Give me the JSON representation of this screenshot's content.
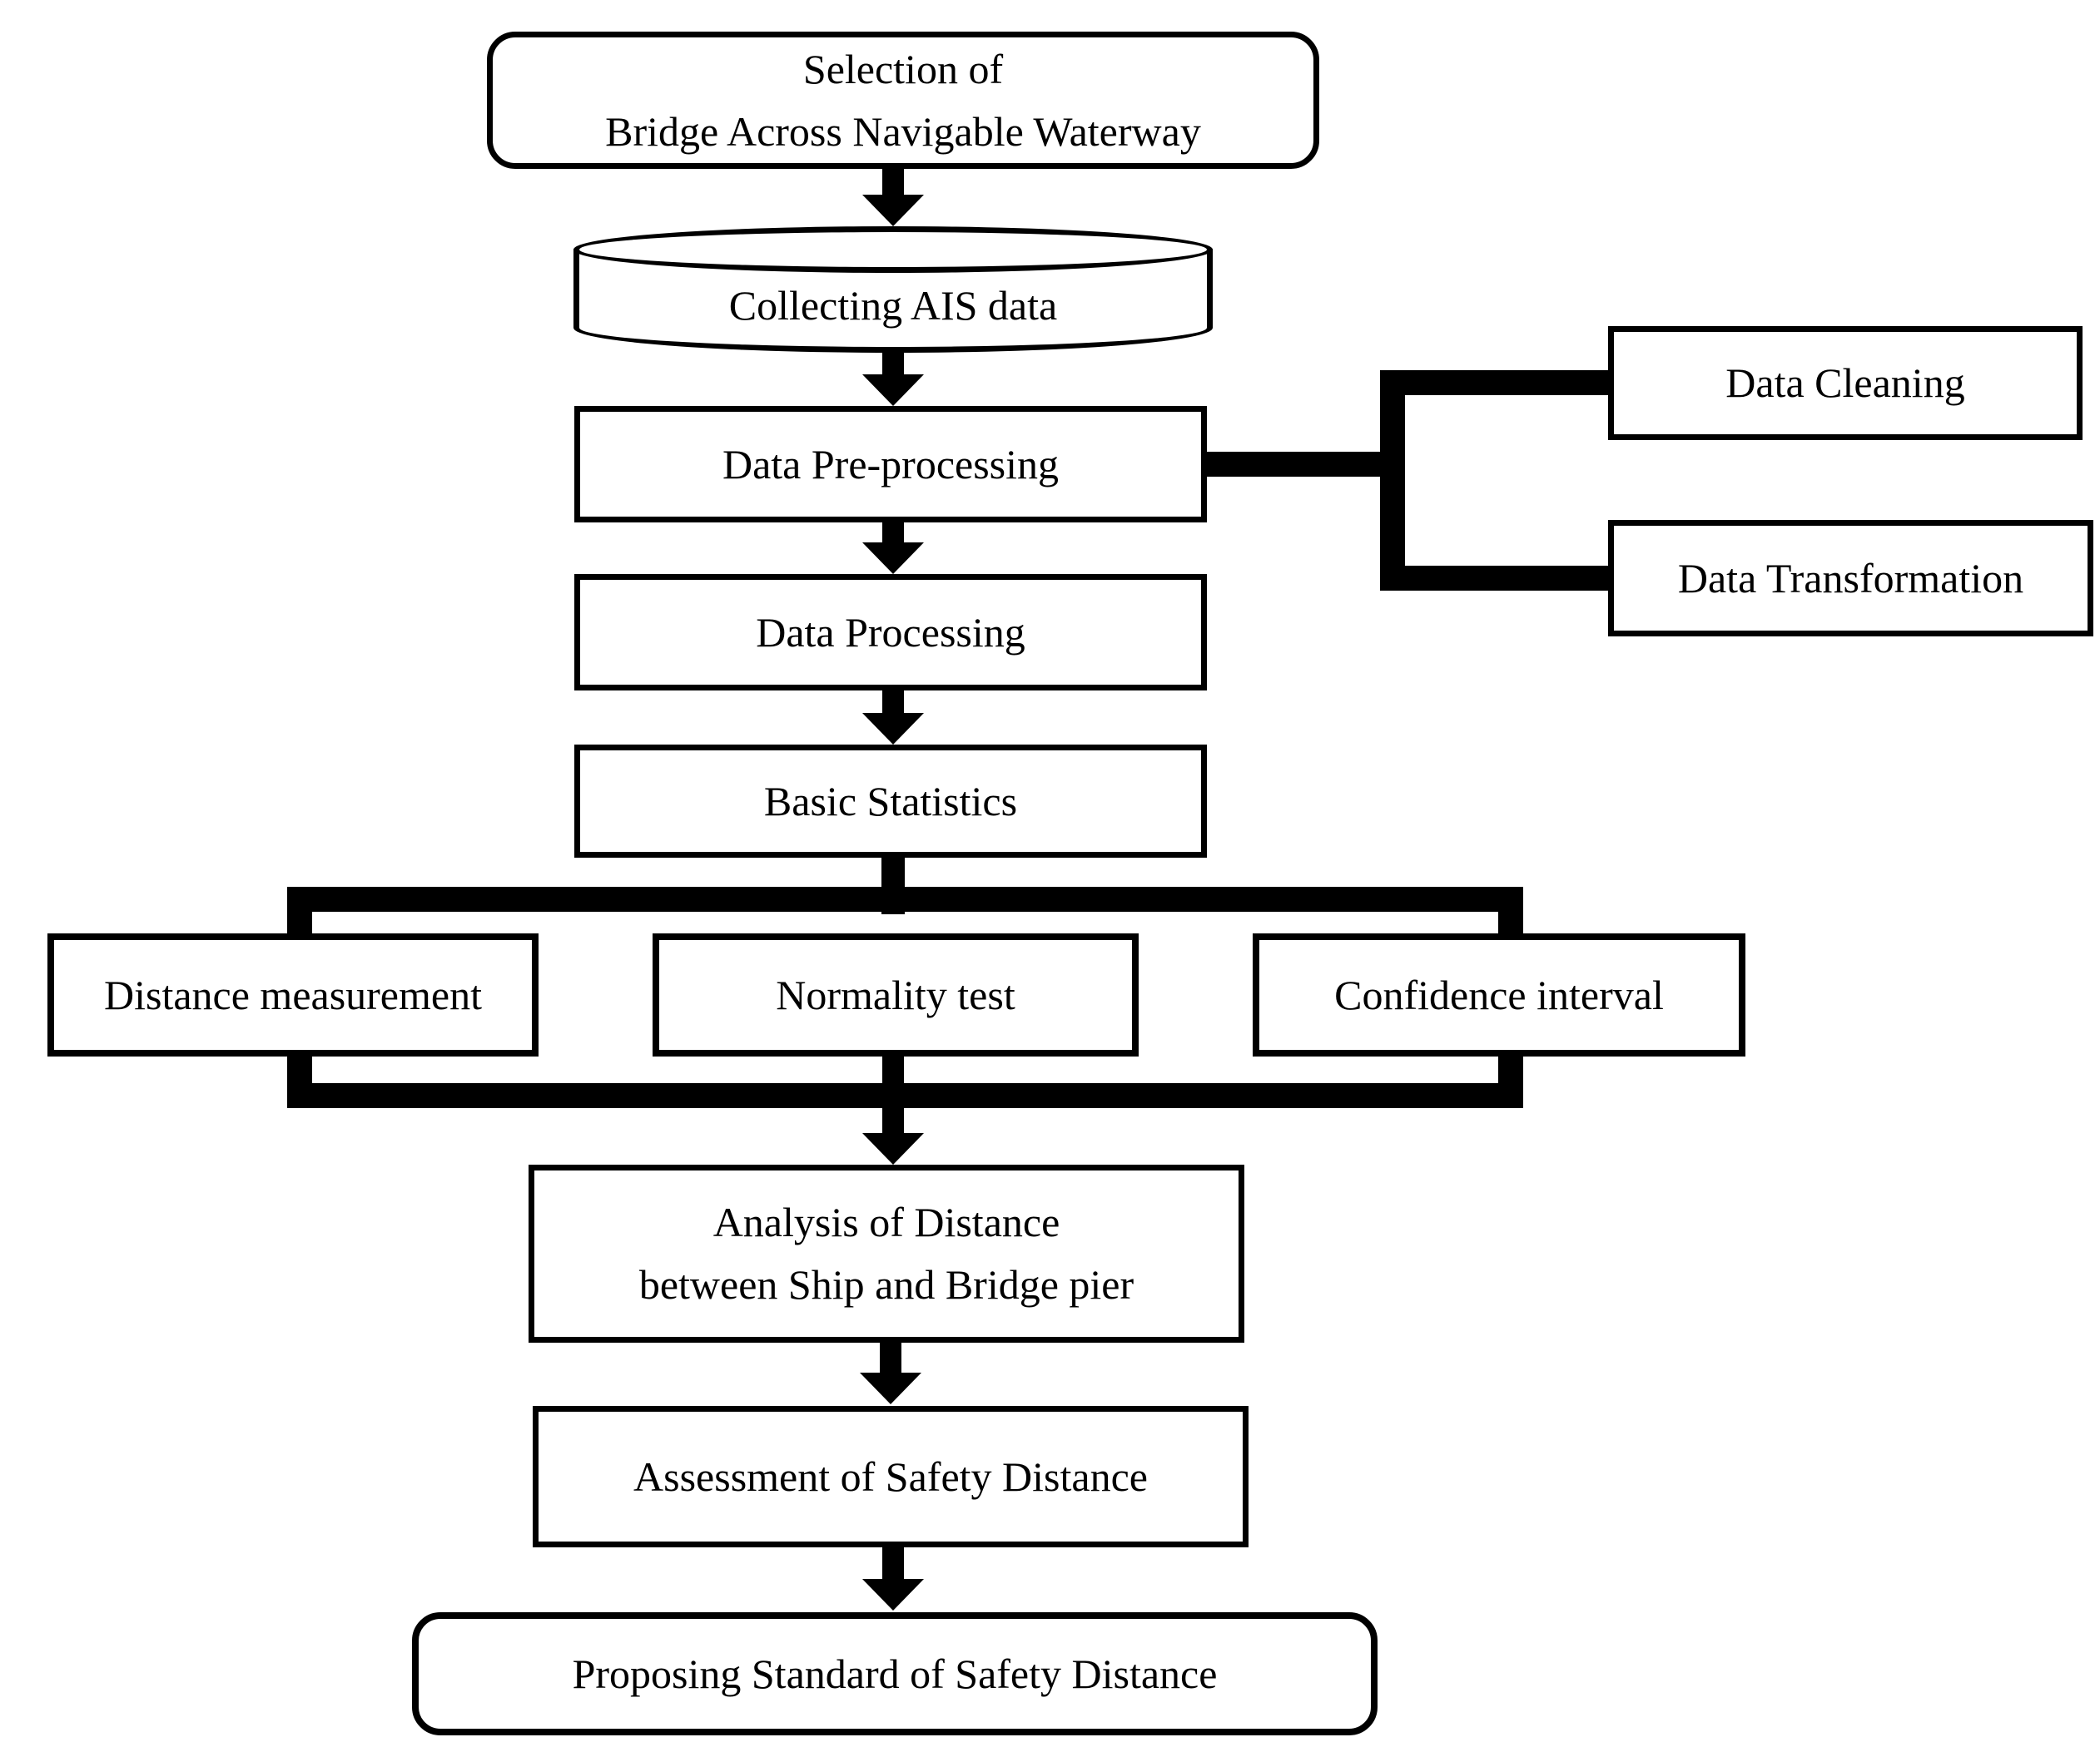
{
  "colors": {
    "line": "#000000",
    "node_fill": "#ffffff",
    "background": "#ffffff",
    "text": "#000000"
  },
  "nodes": {
    "selection": "Selection of\nBridge Across Navigable Waterway",
    "collecting": "Collecting AIS data",
    "preprocessing": "Data Pre-processing",
    "cleaning": "Data Cleaning",
    "transformation": "Data Transformation",
    "processing": "Data Processing",
    "statistics": "Basic Statistics",
    "distance_measurement": "Distance measurement",
    "normality_test": "Normality test",
    "confidence_interval": "Confidence interval",
    "analysis": "Analysis of Distance\nbetween Ship and Bridge pier",
    "assessment": "Assessment of Safety Distance",
    "proposing": "Proposing Standard of Safety Distance"
  }
}
